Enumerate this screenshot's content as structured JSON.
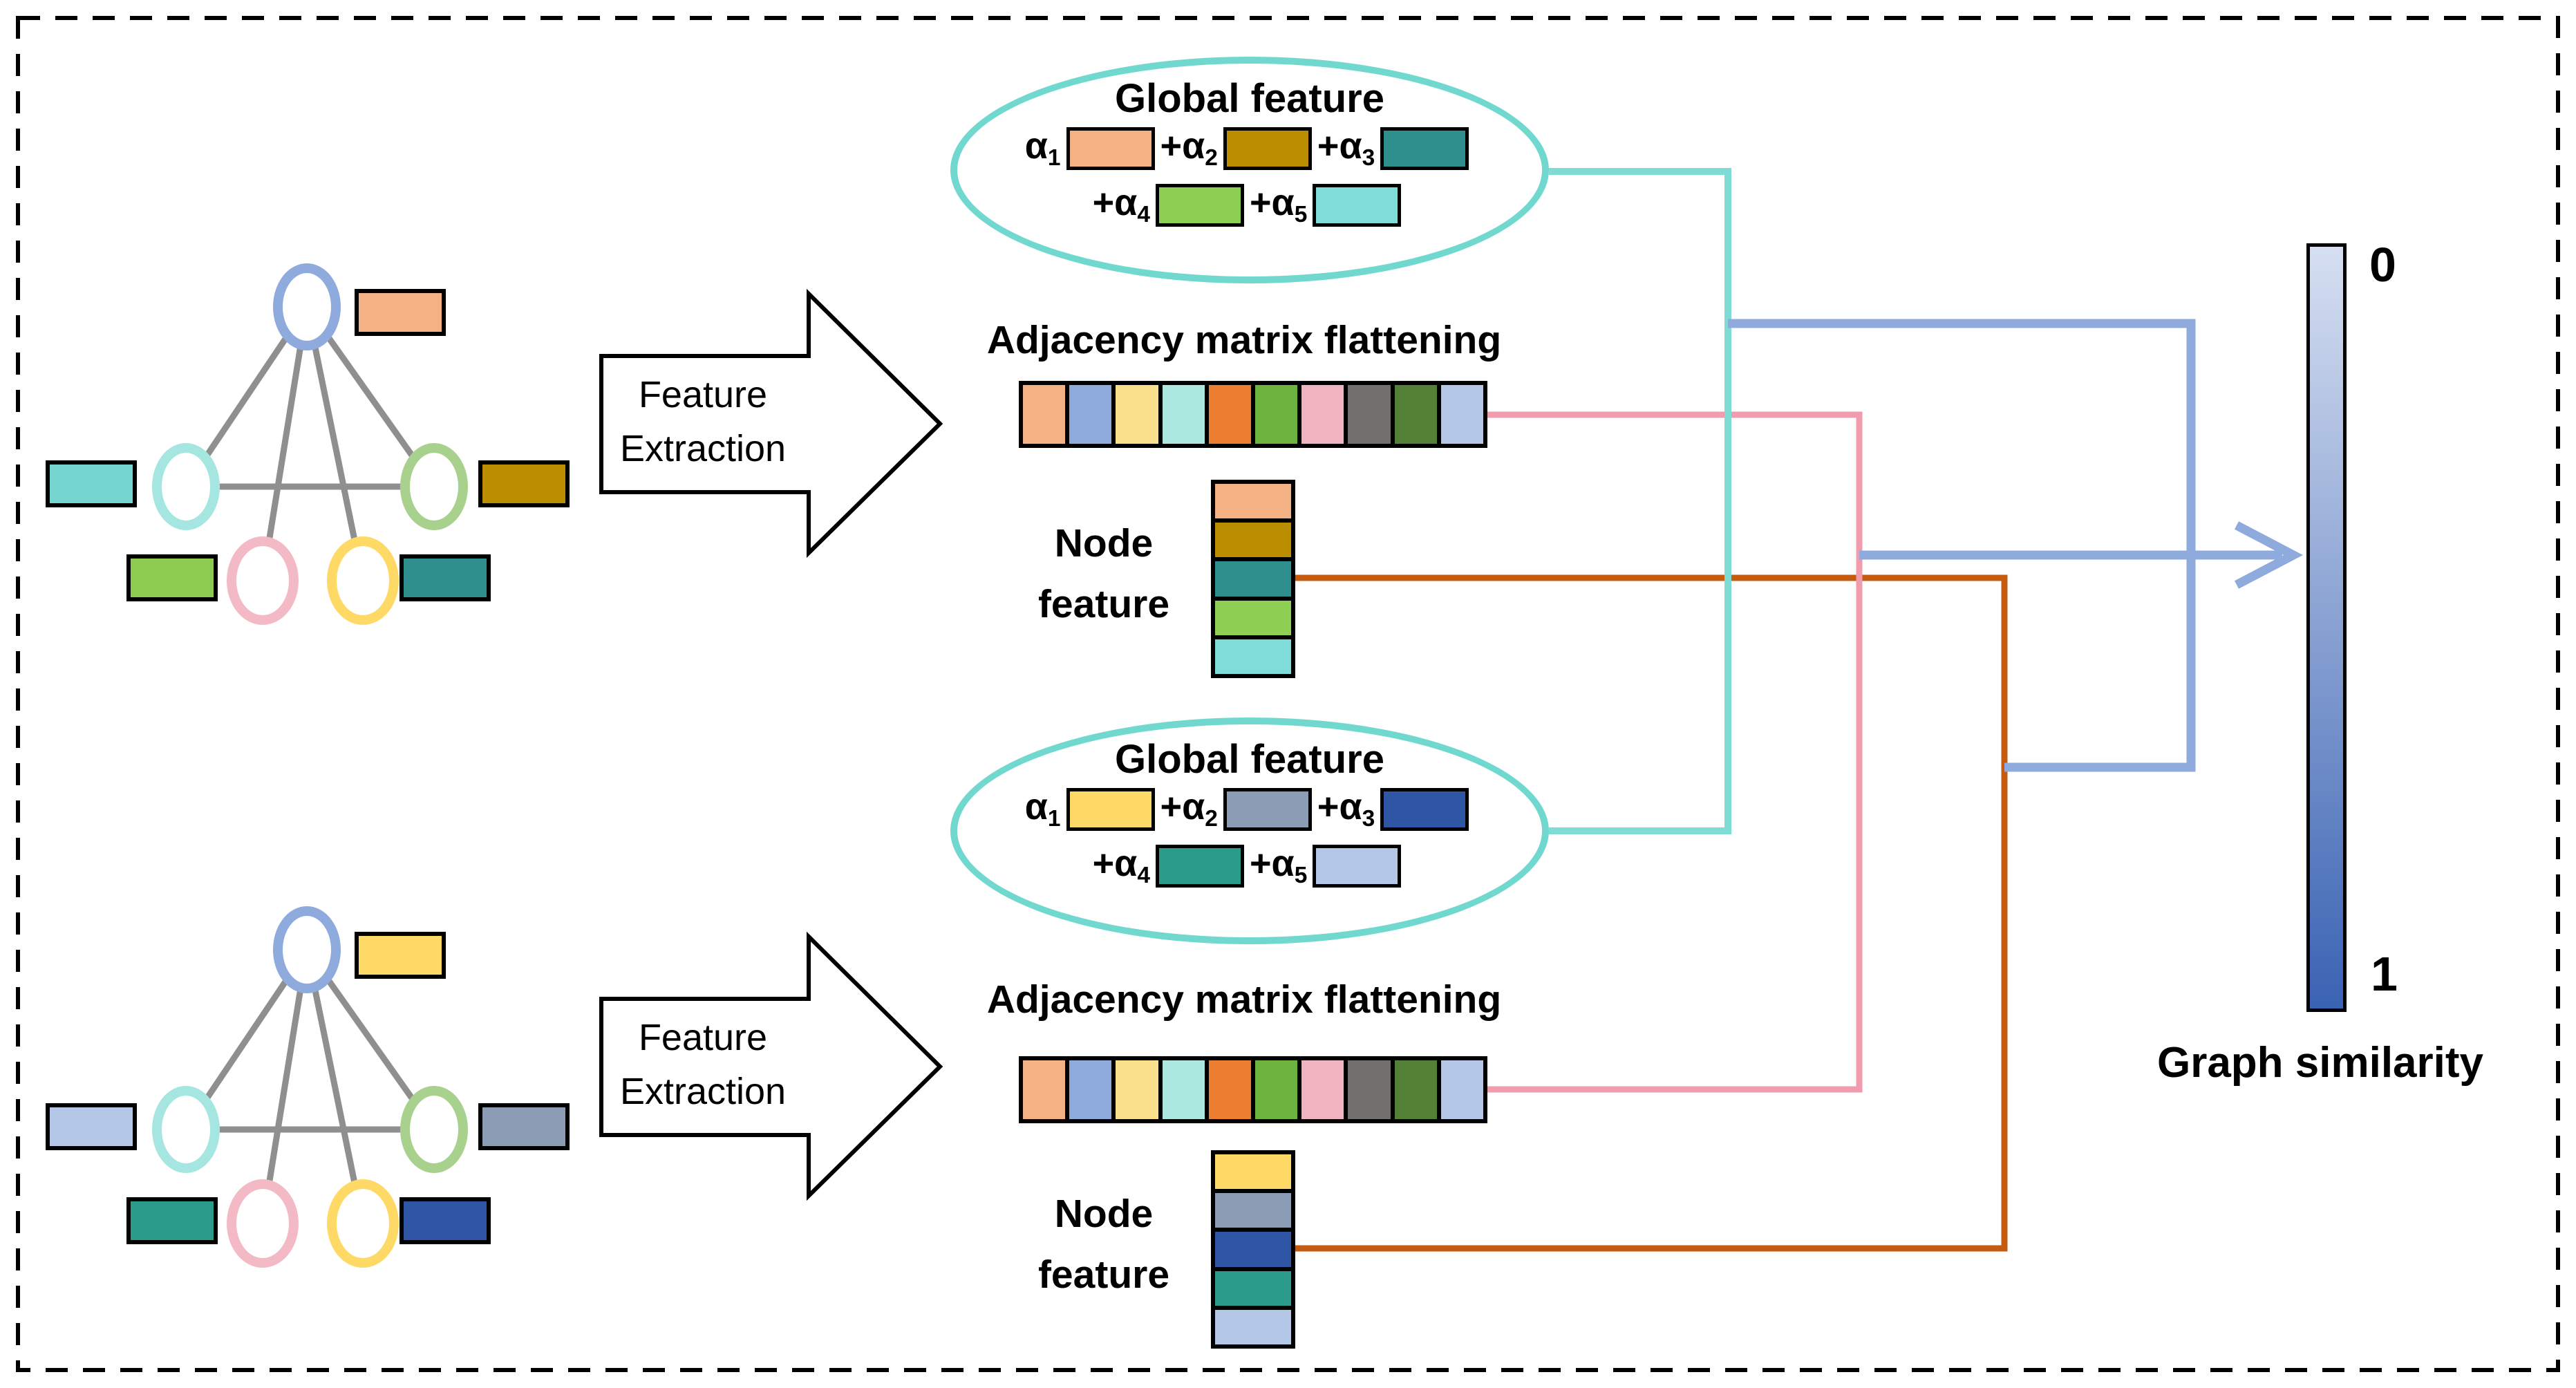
{
  "colors": {
    "edge": "#8F8F8F",
    "outline": "#000000",
    "node_fill": "#FFFFFF",
    "ellipse_border": "#70D8CF",
    "connector_global": "#7EDCD4",
    "connector_adjacency": "#F09CAD",
    "connector_node": "#C55A11",
    "connector_merge": "#8FAADC",
    "dashed_frame": "#000000"
  },
  "graph1": {
    "nodes": {
      "top": "#8FAADC",
      "mid_left": "#A6E6E0",
      "mid_right": "#A9D18E",
      "bottom_left": "#F3B9C5",
      "bottom_right": "#FFD966"
    },
    "rects": {
      "top": "#F4B183",
      "mid_left": "#76D7D0",
      "mid_right": "#BA8E00",
      "bottom_left": "#8CCB50",
      "bottom_right": "#2E8F8C"
    },
    "feature_extraction": {
      "line1": "Feature",
      "line2": "Extraction"
    },
    "global": {
      "title": "Global feature",
      "terms": [
        {
          "prefix": "α",
          "sub": "1",
          "color": "#F4B183"
        },
        {
          "prefix": "+α",
          "sub": "2",
          "color": "#BA8E00"
        },
        {
          "prefix": "+α",
          "sub": "3",
          "color": "#2E8F8C"
        },
        {
          "prefix": "+α",
          "sub": "4",
          "color": "#8FD054"
        },
        {
          "prefix": "+α",
          "sub": "5",
          "color": "#7EDDD6"
        }
      ]
    },
    "adjacency": {
      "title": "Adjacency matrix flattening",
      "cells": [
        "#F4B183",
        "#8FAADC",
        "#FBE08C",
        "#ABE8E0",
        "#ED7D31",
        "#6DB43F",
        "#F2B3C1",
        "#746F6F",
        "#538135",
        "#B4C7E7"
      ]
    },
    "node_feature": {
      "line1": "Node",
      "line2": "feature",
      "cells": [
        "#F4B183",
        "#BA8E00",
        "#2E8F8C",
        "#8FD054",
        "#7EDDD6"
      ]
    }
  },
  "graph2": {
    "nodes": {
      "top": "#8FAADC",
      "mid_left": "#A6E6E0",
      "mid_right": "#A9D18E",
      "bottom_left": "#F3B9C5",
      "bottom_right": "#FFD966"
    },
    "rects": {
      "top": "#FFD966",
      "mid_left": "#B4C7E7",
      "mid_right": "#8A9DB5",
      "bottom_left": "#2B9B8C",
      "bottom_right": "#2E56A4"
    },
    "feature_extraction": {
      "line1": "Feature",
      "line2": "Extraction"
    },
    "global": {
      "title": "Global feature",
      "terms": [
        {
          "prefix": "α",
          "sub": "1",
          "color": "#FFD966"
        },
        {
          "prefix": "+α",
          "sub": "2",
          "color": "#8A9DB5"
        },
        {
          "prefix": "+α",
          "sub": "3",
          "color": "#2E56A4"
        },
        {
          "prefix": "+α",
          "sub": "4",
          "color": "#2B9B8C"
        },
        {
          "prefix": "+α",
          "sub": "5",
          "color": "#B4C7E7"
        }
      ]
    },
    "adjacency": {
      "title": "Adjacency matrix flattening",
      "cells": [
        "#F4B183",
        "#8FAADC",
        "#FBE08C",
        "#ABE8E0",
        "#ED7D31",
        "#6DB43F",
        "#F2B3C1",
        "#746F6F",
        "#538135",
        "#B4C7E7"
      ]
    },
    "node_feature": {
      "line1": "Node",
      "line2": "feature",
      "cells": [
        "#FFD966",
        "#8A9DB5",
        "#2E56A4",
        "#2B9B8C",
        "#B4C7E7"
      ]
    }
  },
  "similarity": {
    "scale_top": "0",
    "scale_bottom": "1",
    "caption": "Graph similarity",
    "gradient_top": "#D6DFF1",
    "gradient_bottom": "#3A63B3"
  }
}
